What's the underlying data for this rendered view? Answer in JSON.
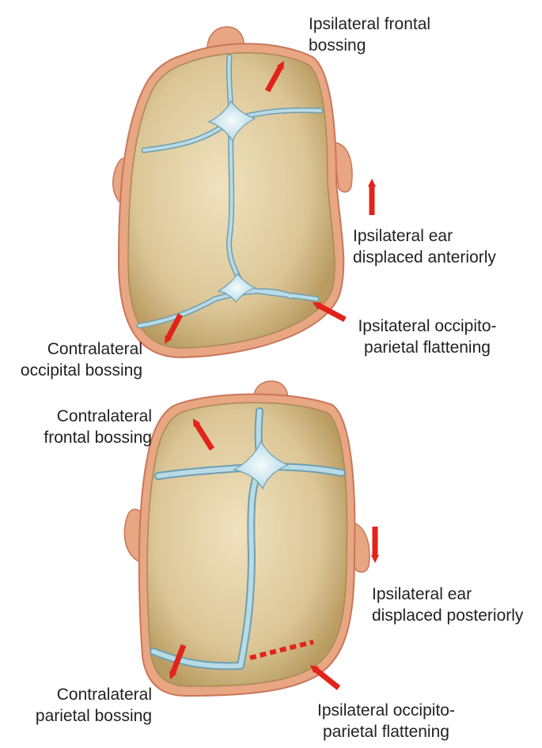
{
  "colors": {
    "skin": "#e8a683",
    "skin_edge": "#c9765a",
    "bone": "#e2d0a6",
    "bone_shade": "#c4ac78",
    "suture": "#b8dbe6",
    "suture_edge": "#6f9eb0",
    "arrow": "#e2231a",
    "text": "#231f20"
  },
  "top_skull": {
    "labels": {
      "frontal": [
        "Ipsilateral frontal",
        "bossing"
      ],
      "ear": [
        "Ipsilateral ear",
        "displaced anteriorly"
      ],
      "flattening": [
        "Ipsitateral occipito-",
        "parietal flattening"
      ],
      "occipital": [
        "Contralateral",
        "occipital bossing"
      ]
    }
  },
  "bottom_skull": {
    "labels": {
      "frontal": [
        "Contralateral",
        "frontal bossing"
      ],
      "ear": [
        "Ipsilateral ear",
        "displaced posteriorly"
      ],
      "parietal": [
        "Contralateral",
        "parietal bossing"
      ],
      "flattening": [
        "Ipsilateral occipito-",
        "parietal flattening"
      ]
    }
  },
  "icons": [
    "skull-top-view",
    "red-arrow",
    "dashed-flattening-line"
  ]
}
